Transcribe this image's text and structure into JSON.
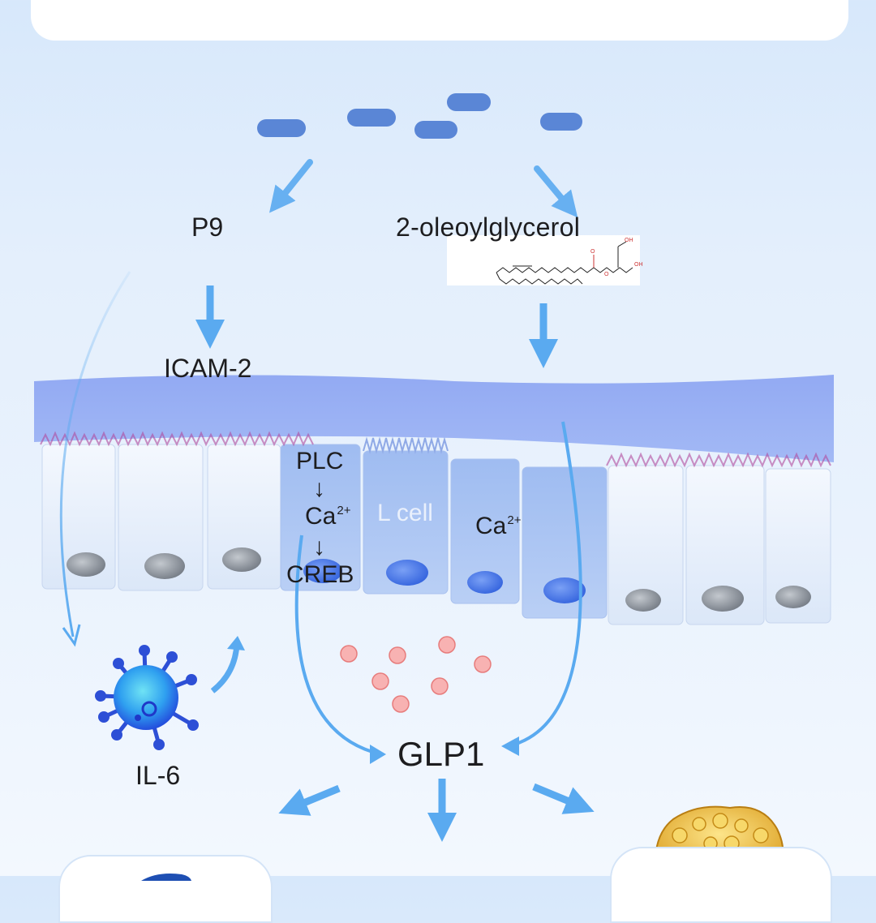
{
  "labels": {
    "p9": "P9",
    "oleoylglycerol": "2-oleoylglycerol",
    "icam2": "ICAM-2",
    "plc": "PLC",
    "arrow_down": "↓",
    "ca": "Ca",
    "ca_charge": "2+",
    "creb": "CREB",
    "l_cell": "L cell",
    "glp1": "GLP1",
    "il6": "IL-6"
  },
  "molecule_labels": {
    "oh1": "OH",
    "oh2": "OH",
    "o": "O",
    "o2": "O"
  },
  "colors": {
    "arrow": "#5aaaf0",
    "bacteria": "#5a86d6",
    "mucus": "#8aa4f0",
    "glp1_granule": "#f7a5a5",
    "nucleus_gray": "#8d949c",
    "nucleus_blue": "#3f6fe0",
    "virus": "#2d5ee8",
    "fat_tissue": "#e8b22c"
  },
  "icons": {
    "bacteria": "bacteria-rod-icon",
    "virus": "il6-cytokine-icon",
    "molecule": "oleoylglycerol-structure-icon",
    "fat": "adipose-tissue-icon",
    "tissue_left": "organ-icon"
  }
}
